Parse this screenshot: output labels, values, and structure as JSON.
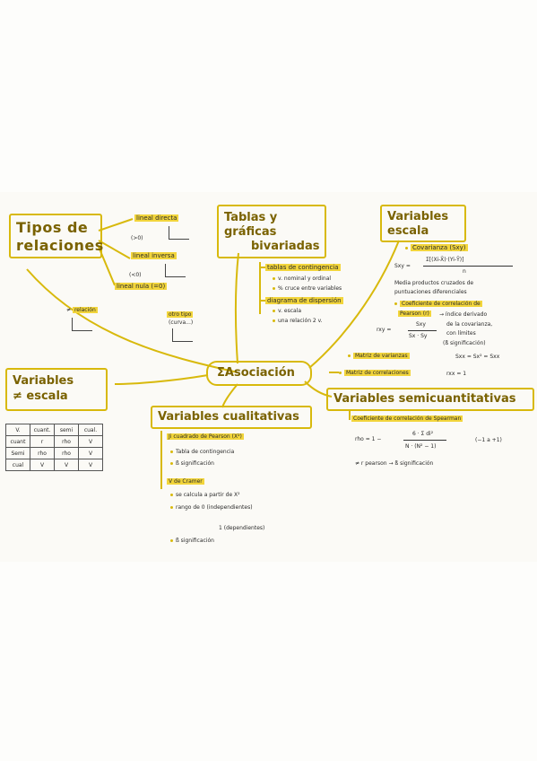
{
  "colors": {
    "accent": "#d8b90c",
    "highlight": "#f2d53c",
    "ink": "#2a2a2a"
  },
  "center": {
    "title": "Asociación"
  },
  "tipos": {
    "title_line1": "Tipos de",
    "title_line2": "relaciones",
    "lineal_directa": "lineal directa",
    "directa_sign": "(>0)",
    "lineal_inversa": "lineal inversa",
    "inversa_sign": "(<0)",
    "lineal_nula": "lineal nula (=0)",
    "no_relacion": "relación",
    "otro_tipo": "otro tipo",
    "otro_sub": "(curva...)"
  },
  "tablas": {
    "title_line1": "Tablas y",
    "title_line2": "gráficas",
    "title_line3": "bivariadas",
    "contingencia": "tablas de contingencia",
    "c1": "v. nominal y ordinal",
    "c2": "% cruce entre variables",
    "dispersion": "diagrama de dispersión",
    "d1": "v. escala",
    "d2": "una relación 2 v."
  },
  "escala": {
    "title_line1": "Variables",
    "title_line2": "escala",
    "covarianza": "Covarianza (Sxy)",
    "cov_lhs": "Sxy =",
    "cov_num": "Σ[(Xi-X̄)·(Yi-Ȳ)]",
    "cov_den": "n",
    "cov_note1": "Media productos cruzados de",
    "cov_note2": "puntuaciones diferenciales",
    "pearson_l1": "Coeficiente de correlación de",
    "pearson_l2": "Pearson (r)",
    "pearson_desc": "→ índice derivado",
    "r_lhs": "rxy =",
    "r_num": "Sxy",
    "r_den": "Sx · Sy",
    "r_note1": "de la covarianza,",
    "r_note2": "con límites",
    "r_note3": "(ß significación)",
    "varianzas": "Matriz de varianzas",
    "var_formula": "Sxx = Sx² = Sxx",
    "correlaciones": "Matriz de correlaciones",
    "corr_formula": "rxx = 1"
  },
  "no_escala": {
    "title_line1": "Variables",
    "title_line2": "≠ escala"
  },
  "mini_table": {
    "header": [
      "V.",
      "cuant.",
      "semi",
      "cual."
    ],
    "rows": [
      [
        "cuant",
        "r",
        "rho",
        "V"
      ],
      [
        "Semi",
        "rho",
        "rho",
        "V"
      ],
      [
        "cual",
        "V",
        "V",
        "V"
      ]
    ]
  },
  "cualitativas": {
    "title": "Variables cualitativas",
    "chi": "Ji cuadrado de Pearson (X²)",
    "chi1": "Tabla de contingencia",
    "chi2": "ß significación",
    "cramer": "V de Cramer",
    "v1": "se calcula a partir de X²",
    "v2": "rango de 0 (independientes)",
    "v3": "1 (dependientes)",
    "v4": "ß significación"
  },
  "semicuant": {
    "title": "Variables semicuantitativas",
    "spearman": "Coeficiente de correlación de Spearman",
    "rho_lhs": "rho = 1 −",
    "rho_num": "6 · Σ di²",
    "rho_den": "N · (N² − 1)",
    "rho_range": "(−1 a +1)",
    "note": "≠ r pearson → ß significación"
  }
}
